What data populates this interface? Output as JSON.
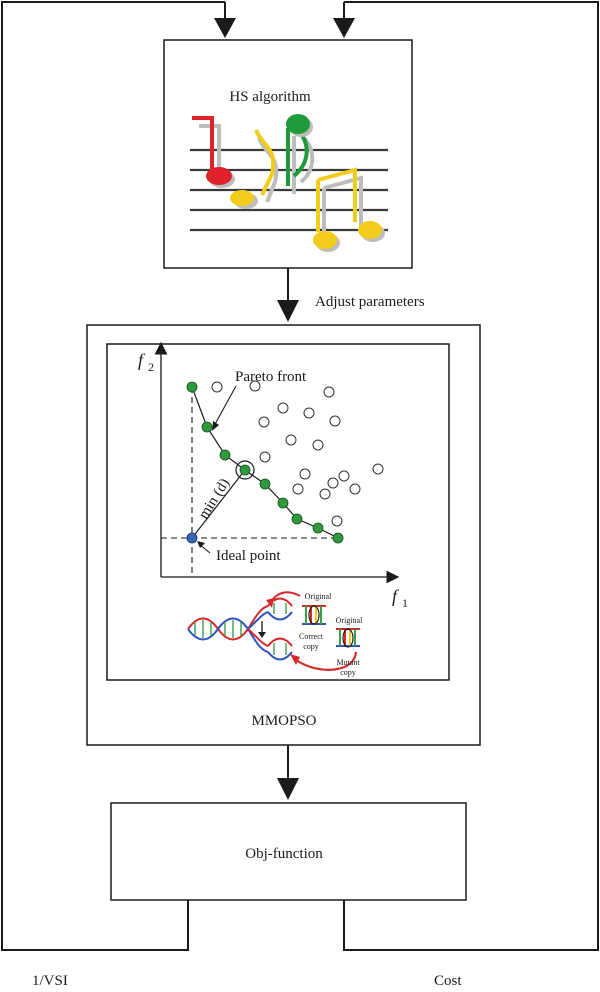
{
  "hs_block": {
    "title": "HS algorithm"
  },
  "adjust_label": "Adjust parameters",
  "mmopso_block": {
    "title": "MMOPSO",
    "plot": {
      "y_axis_label": "f",
      "y_axis_sub": "2",
      "x_axis_label": "f",
      "x_axis_sub": "1",
      "pareto_label": "Pareto front",
      "min_d_label": "min (d)",
      "ideal_label": "Ideal point"
    },
    "dna": {
      "original_1": "Original",
      "correct_copy_line1": "Correct",
      "correct_copy_line2": "copy",
      "original_2": "Original",
      "mutant_copy_line1": "Mutant",
      "mutant_copy_line2": "copy"
    }
  },
  "obj_block": {
    "title": "Obj-function"
  },
  "bottom_labels": {
    "left": "1/VSI",
    "right": "Cost"
  },
  "colors": {
    "pareto_green": "#2e9a3c",
    "ideal_blue": "#3a63b8",
    "note_red": "#e0222a",
    "note_yellow": "#f2cc1a",
    "note_green": "#1e9a3a",
    "dna_red": "#d42a2a",
    "dna_blue": "#2f52c0",
    "dna_green": "#3aa046"
  }
}
